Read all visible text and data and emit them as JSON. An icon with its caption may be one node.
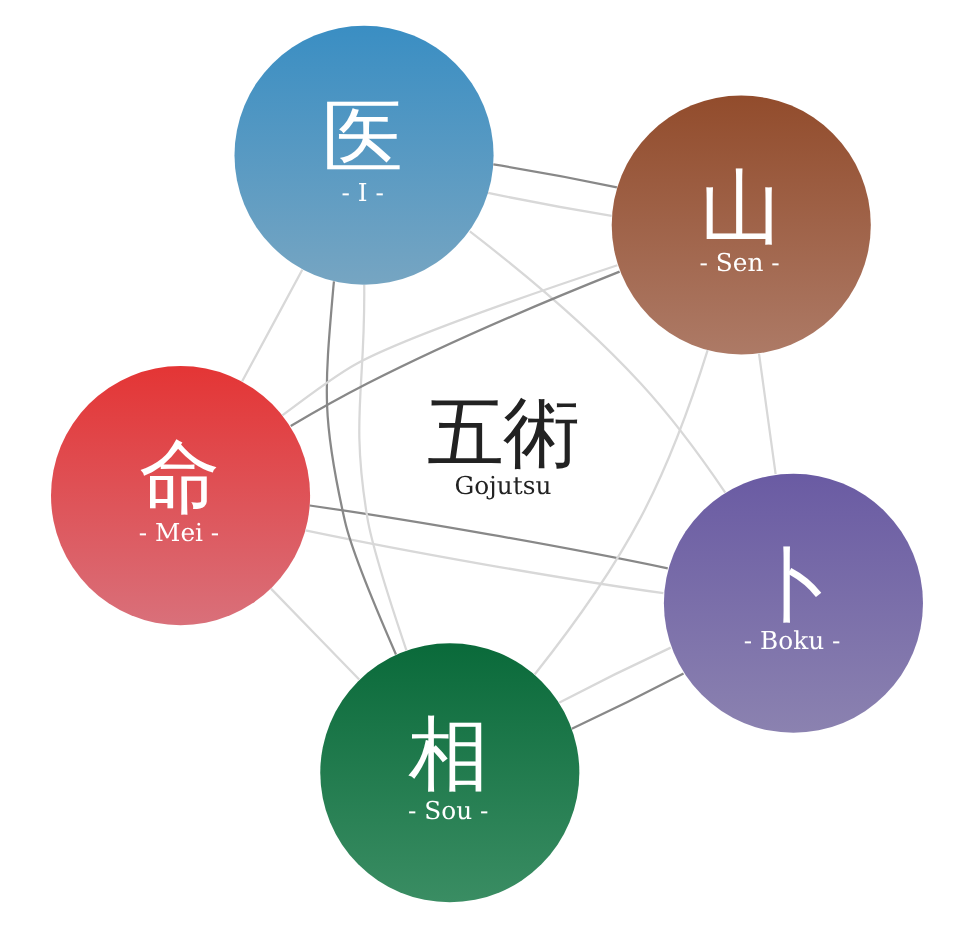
{
  "diagram": {
    "nodes": [
      {
        "text": [
          "命",
          "- Mei -"
        ]
      },
      {
        "text": [
          "卜",
          "- Boku -"
        ]
      },
      {
        "text": [
          "相",
          "- Sou -"
        ]
      },
      {
        "text": [
          "医",
          "- I -"
        ]
      },
      {
        "text": [
          "山",
          "- Sen -"
        ]
      }
    ],
    "edges": [
      {
        "from": 0,
        "to": 1,
        "arrow": "none",
        "color": "#888888"
      },
      {
        "from": 1,
        "to": 2,
        "arrow": "none",
        "color": "#888888"
      },
      {
        "from": 2,
        "to": 3,
        "arrow": "none",
        "color": "#888888"
      },
      {
        "from": 3,
        "to": 4,
        "arrow": "none",
        "color": "#888888"
      },
      {
        "from": 4,
        "to": 0,
        "arrow": "none",
        "color": "#888888"
      },
      {
        "from": 0,
        "to": 1,
        "arrow": "none"
      },
      {
        "from": 1,
        "to": 2,
        "arrow": "none"
      },
      {
        "from": 2,
        "to": 3,
        "arrow": "none"
      },
      {
        "from": 3,
        "to": 4,
        "arrow": "none"
      },
      {
        "from": 4,
        "to": 0,
        "arrow": "none"
      },
      {
        "from": 0,
        "to": 2,
        "arrow": "none"
      },
      {
        "from": 0,
        "to": 3,
        "arrow": "none"
      },
      {
        "from": 1,
        "to": 3,
        "arrow": "none"
      },
      {
        "from": 1,
        "to": 4,
        "arrow": "none"
      },
      {
        "from": 2,
        "to": 4,
        "arrow": "none"
      }
    ],
    "labels": [
      "五術",
      "Gojutsu"
    ]
  }
}
